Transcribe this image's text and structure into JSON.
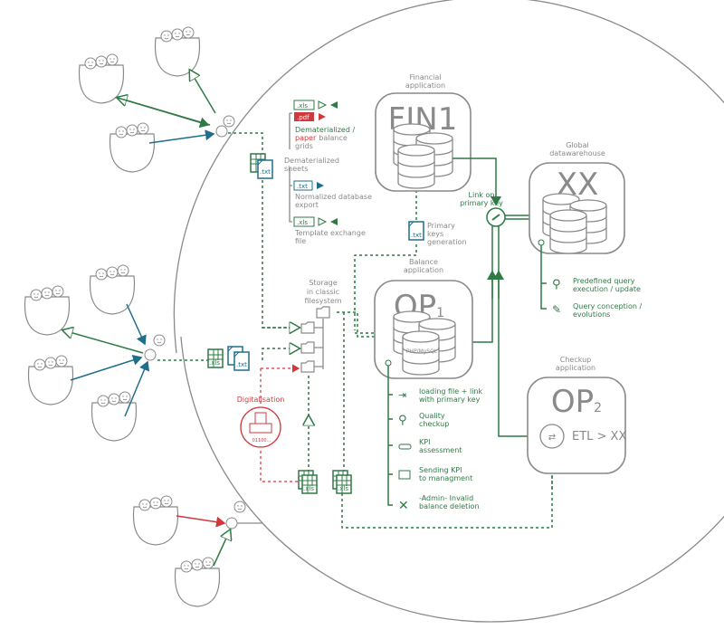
{
  "colors": {
    "green": "#2f7a45",
    "blue": "#1f6e8c",
    "red": "#d0383c",
    "grey": "#8a8a8a"
  },
  "financial": {
    "caption": [
      "Financial",
      "application"
    ],
    "title": "FIN1"
  },
  "warehouse": {
    "caption": [
      "Global",
      "datawarehouse"
    ],
    "title": "XX"
  },
  "balance": {
    "caption": [
      "Balance",
      "application"
    ],
    "title": "OP",
    "subscript": "1",
    "db_label": "PHP/MySQL"
  },
  "checkup": {
    "caption": [
      "Checkup",
      "application"
    ],
    "title": "OP",
    "subscript": "2",
    "etl_label": "ETL > XX"
  },
  "link": {
    "label": [
      "Link on",
      "primary key"
    ]
  },
  "primary_keys": {
    "file": ".txt",
    "label": [
      "Primary",
      "keys",
      "generation"
    ]
  },
  "storage": {
    "label": [
      "Storage",
      "in classic",
      "filesystem"
    ]
  },
  "digitalisation": {
    "label": "Digitalisation",
    "code": "01100..."
  },
  "sheets": {
    "group_label": [
      "Dematerialized",
      "sheets"
    ],
    "items": [
      {
        "badges": [
          ".xls",
          ".pdf"
        ],
        "label_green": "Dematerialized /",
        "label_red": "paper",
        "label_rest": [
          "balance",
          "grids"
        ]
      },
      {
        "badges": [
          ".txt"
        ],
        "label": [
          "Normalized database",
          "export"
        ]
      },
      {
        "badges": [
          ".xls"
        ],
        "label": [
          "Template exchange",
          "file"
        ]
      }
    ]
  },
  "file_icons": {
    "xls": ".xls",
    "txt": ".txt"
  },
  "warehouse_actions": [
    {
      "icon": "search-icon",
      "label": [
        "Predefined query",
        "execution / update"
      ]
    },
    {
      "icon": "edit-icon",
      "label": [
        "Query conception /",
        "evolutions"
      ]
    }
  ],
  "balance_actions": [
    {
      "icon": "load-file-icon",
      "label": [
        "loading file + link",
        "with primary key"
      ]
    },
    {
      "icon": "search-icon",
      "label": [
        "Quality",
        "checkup"
      ]
    },
    {
      "icon": "gauge-icon",
      "label": [
        "KPI",
        "assessment"
      ]
    },
    {
      "icon": "mail-icon",
      "label": [
        "Sending KPI",
        "to managment"
      ]
    },
    {
      "icon": "delete-icon",
      "label": [
        "-Admin- Invalid",
        "balance deletion"
      ]
    }
  ]
}
